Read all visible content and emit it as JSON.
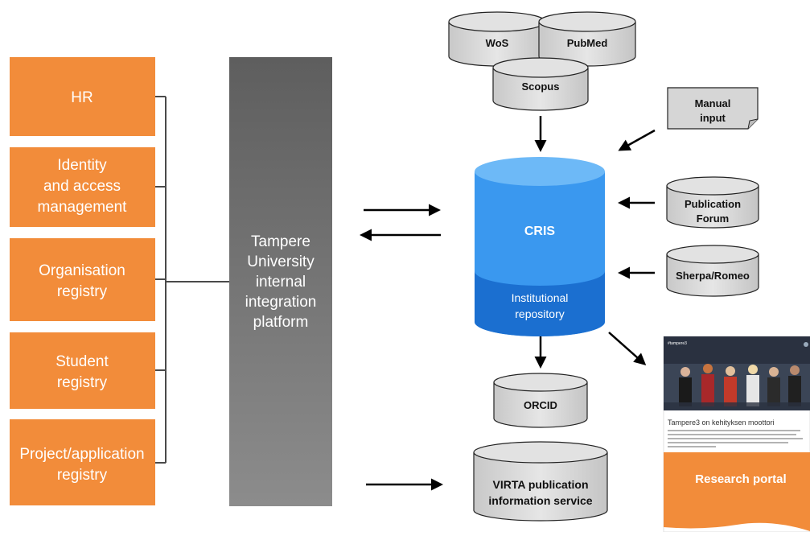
{
  "left_boxes": [
    {
      "lines": [
        "HR"
      ]
    },
    {
      "lines": [
        "Identity",
        "and access",
        "management"
      ]
    },
    {
      "lines": [
        "Organisation",
        "registry"
      ]
    },
    {
      "lines": [
        "Student",
        "registry"
      ]
    },
    {
      "lines": [
        "Project/application",
        "registry"
      ]
    }
  ],
  "platform": {
    "lines": [
      "Tampere",
      "University",
      "internal",
      "integration",
      "platform"
    ]
  },
  "sources": {
    "wos": "WoS",
    "pubmed": "PubMed",
    "scopus": "Scopus"
  },
  "manual_input": {
    "lines": [
      "Manual",
      "input"
    ]
  },
  "publication_forum": {
    "lines": [
      "Publication",
      "Forum"
    ]
  },
  "sherpa_romeo": "Sherpa/Romeo",
  "cris": {
    "label": "CRIS",
    "repo_lines": [
      "Institutional",
      "repository"
    ]
  },
  "orcid": "ORCID",
  "virta": {
    "lines": [
      "VIRTA publication",
      "information service"
    ]
  },
  "portal": {
    "header": "#tampere3",
    "title": "Tampere3 on kehityksen moottori",
    "label": "Research portal"
  },
  "colors": {
    "orange": "#f28c3a",
    "platform_top": "#5e5e5e",
    "platform_bottom": "#8c8c8c",
    "cris_blue": "#3a98ef",
    "repo_blue": "#1b6fd0",
    "db_grey": "#d4d4d4"
  }
}
